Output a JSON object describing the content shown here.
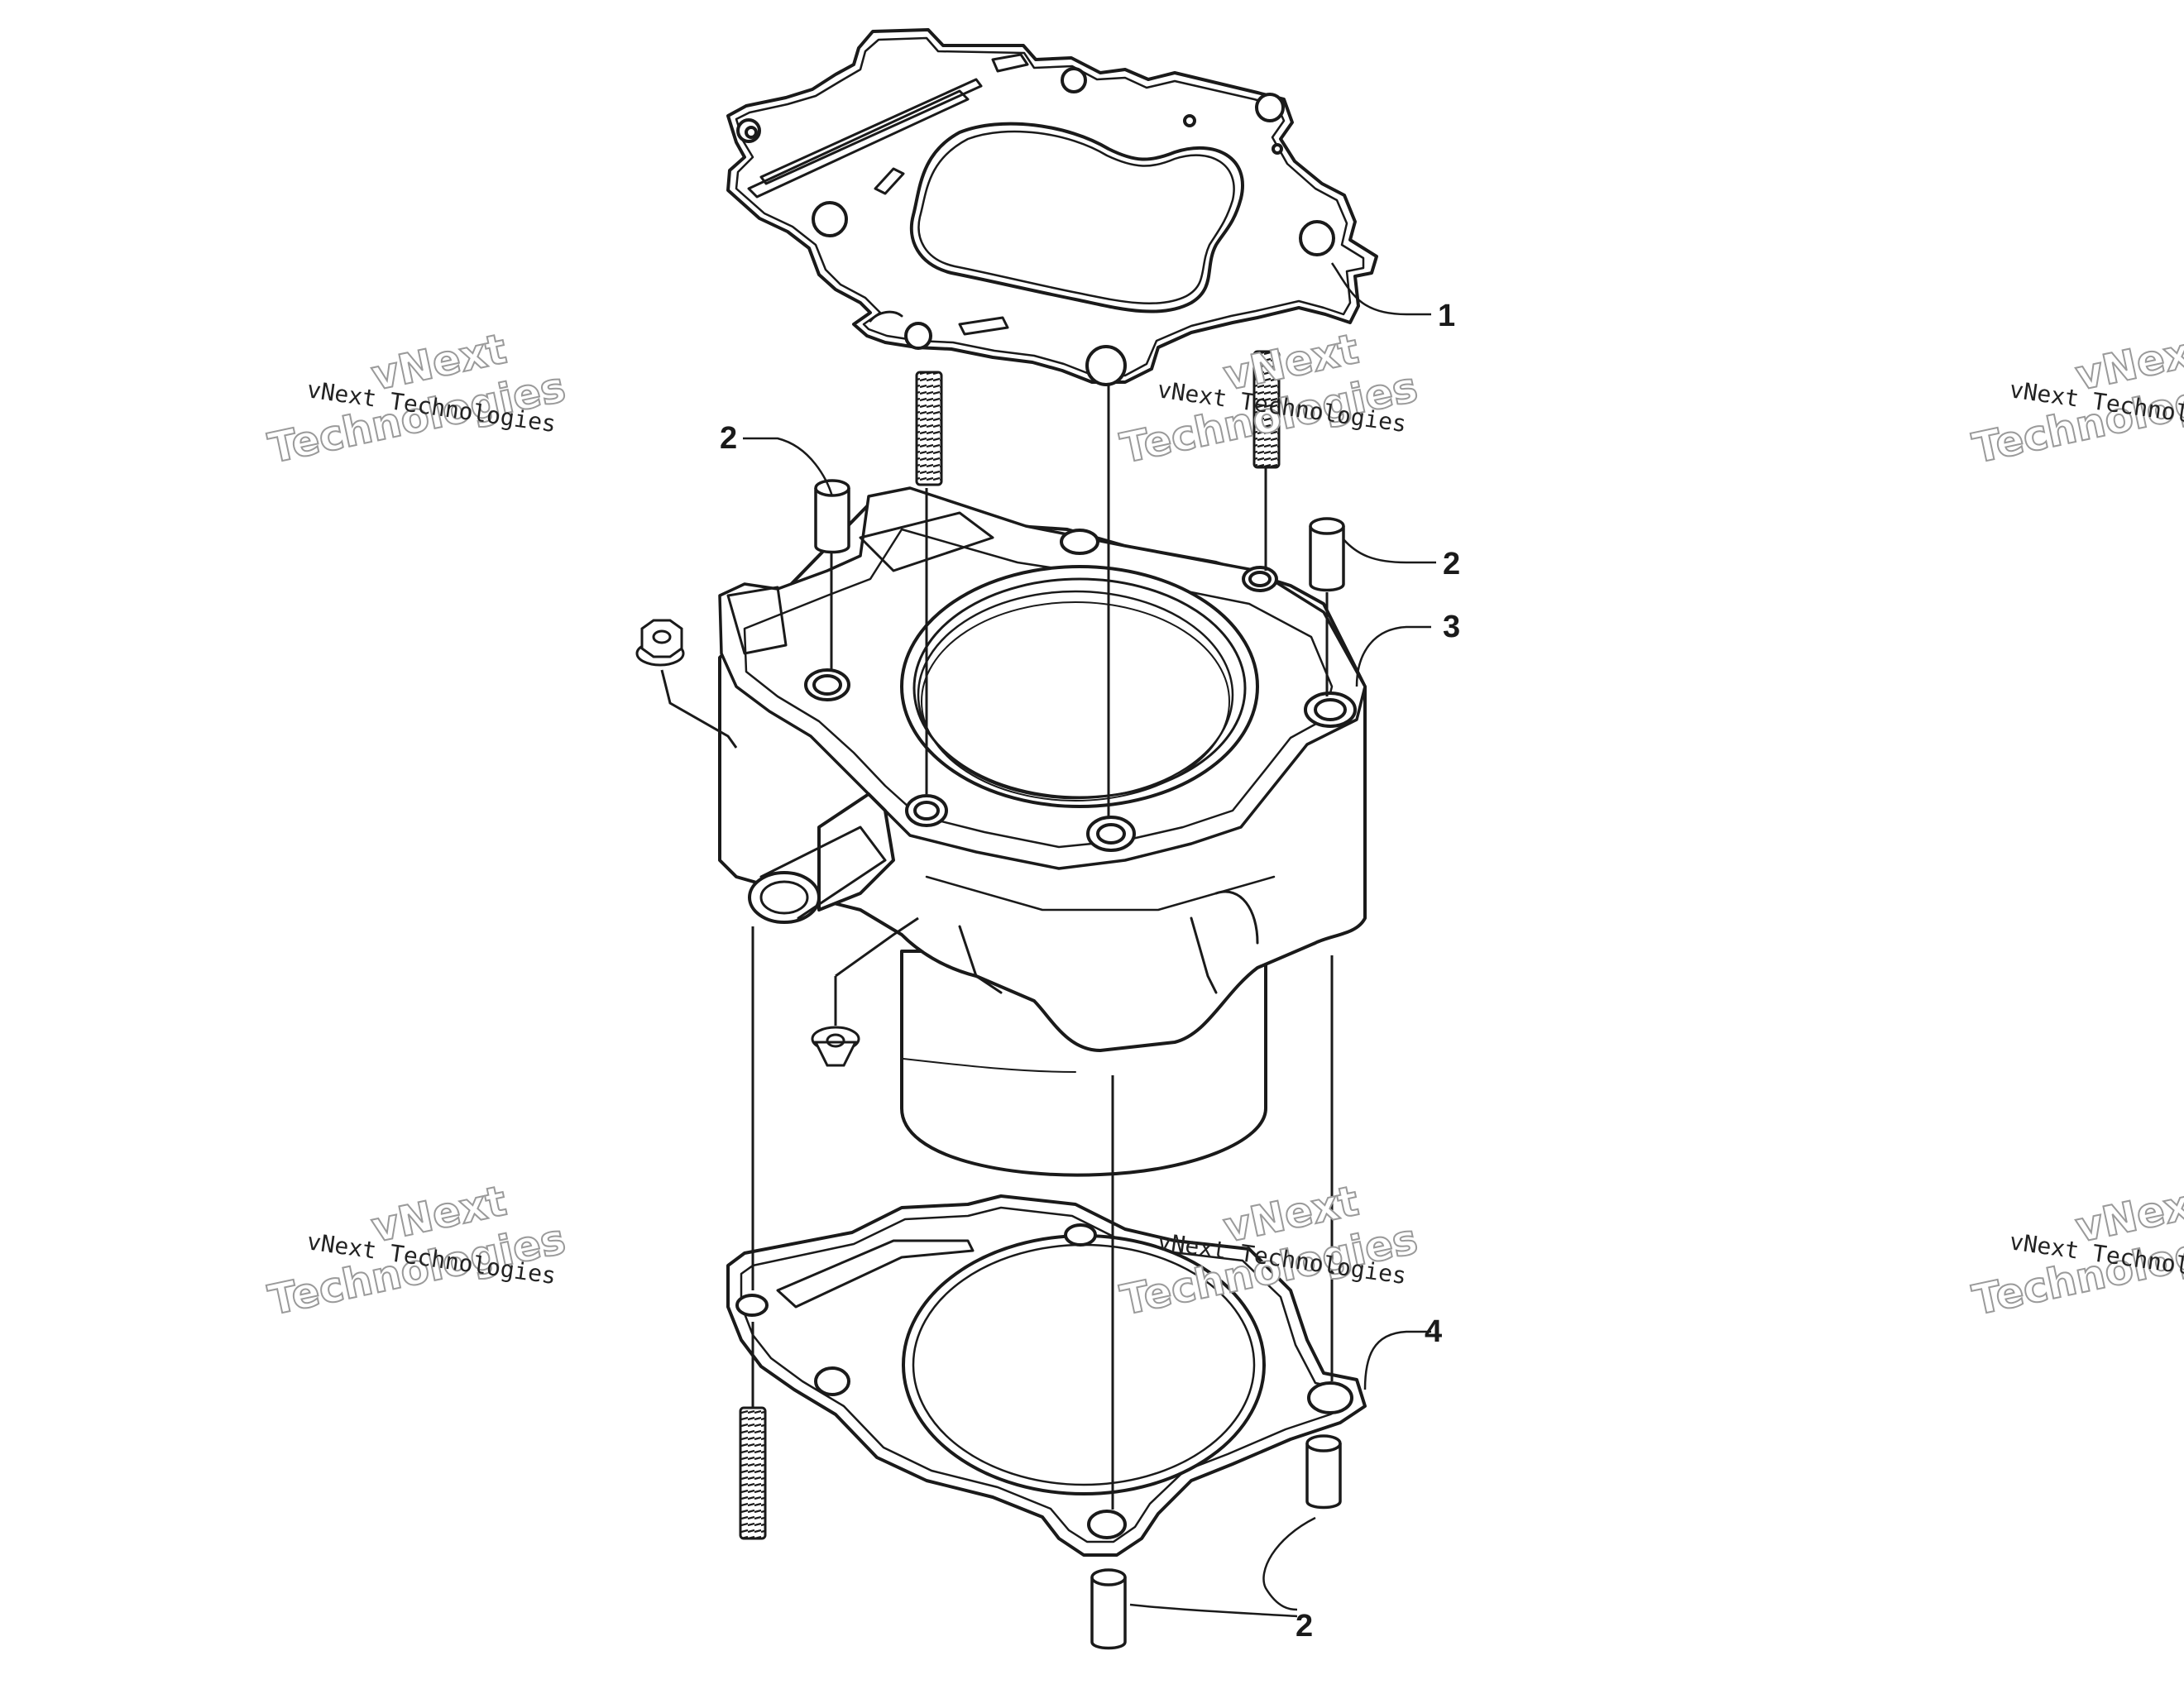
{
  "diagram": {
    "callouts": {
      "c1": "1",
      "c2a": "2",
      "c2b": "2",
      "c2c": "2",
      "c3": "3",
      "c4": "4"
    },
    "parts": [
      {
        "id": "head-gasket",
        "callout": "1"
      },
      {
        "id": "dowel-pin",
        "callout": "2"
      },
      {
        "id": "cylinder",
        "callout": "3"
      },
      {
        "id": "base-gasket",
        "callout": "4"
      }
    ]
  },
  "watermark": {
    "line_small": "vNext Technologies",
    "line_big_1": "vNext",
    "line_big_2": "Technologies"
  },
  "colors": {
    "line": "#1a1a1a",
    "watermark_fill": "#ffffff",
    "watermark_stroke": "#9a9a9a",
    "background": "#ffffff"
  }
}
